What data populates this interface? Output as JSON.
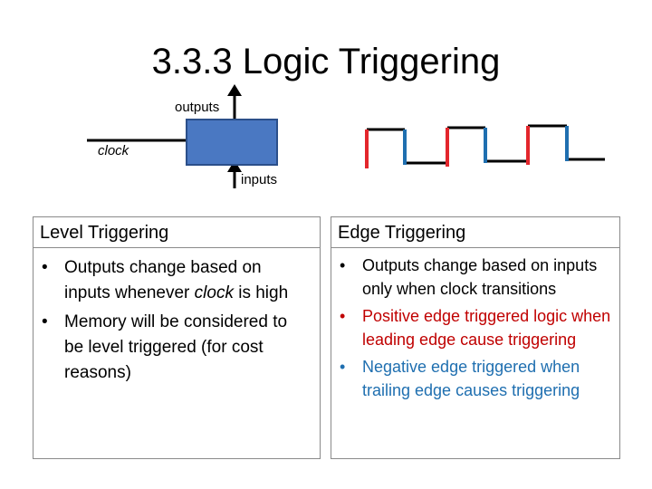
{
  "title": "3.3.3 Logic Triggering",
  "diagram": {
    "outputs_label": "outputs",
    "clock_label": "clock",
    "inputs_label": "inputs",
    "colors": {
      "block": "#4a78c2",
      "block_border": "#2b4f8a",
      "rising_edge": "#e3262c",
      "falling_edge": "#1f6fb0",
      "level": "#000000"
    }
  },
  "level_triggering": {
    "header": "Level Triggering",
    "bullets": [
      {
        "before": "Outputs change based on inputs whenever ",
        "em": "clock",
        "after": " is high"
      },
      {
        "text": "Memory will be considered to be level triggered (for cost reasons)"
      }
    ]
  },
  "edge_triggering": {
    "header": "Edge Triggering",
    "bullets": [
      {
        "text": "Outputs change based on inputs only when clock transitions",
        "color": "#000000"
      },
      {
        "text": "Positive edge triggered logic when leading edge cause triggering",
        "color": "#c00000"
      },
      {
        "text": "Negative edge triggered when trailing edge causes triggering",
        "color": "#1f6fb0"
      }
    ]
  }
}
